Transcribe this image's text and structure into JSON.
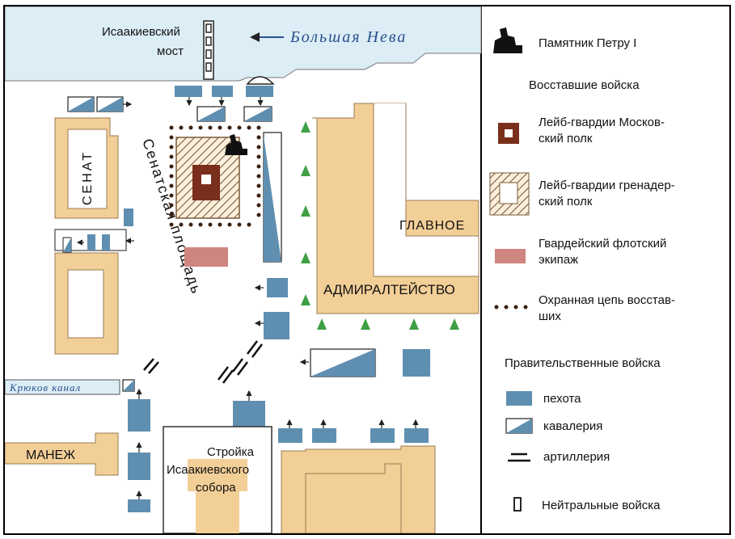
{
  "map": {
    "labels": {
      "bridge_line1": "Исаакиевский",
      "bridge_line2": "мост",
      "river": "Большая Нева",
      "senate": "СЕНАТ",
      "square": "Сенатская площадь",
      "admiralty_top": "ГЛАВНОЕ",
      "admiralty_bottom": "АДМИРАЛТЕЙСТВО",
      "canal": "Крюков канал",
      "manege": "МАНЕЖ",
      "cathedral_line1": "Стройка",
      "cathedral_line2": "Исаакиевского",
      "cathedral_line3": "собора"
    },
    "colors": {
      "water": "#dcedf6",
      "building": "#f3cf98",
      "infantry": "#5f8fb0",
      "moscow_regiment": "#7a2e1c",
      "naval_crew": "#cf8580",
      "trees": "#3f9f45"
    }
  },
  "legend": {
    "monument": "Памятник Петру I",
    "rebels_heading": "Восставшие войска",
    "moscow_line1": "Лейб-гвардии Москов-",
    "moscow_line2": "ский полк",
    "grenadier_line1": "Лейб-гвардии гренадер-",
    "grenadier_line2": "ский полк",
    "naval_line1": "Гвардейский флотский",
    "naval_line2": "экипаж",
    "cordon_line1": "Охранная цепь восстав-",
    "cordon_line2": "ших",
    "gov_heading": "Правительственные войска",
    "infantry": "пехота",
    "cavalry": "кавалерия",
    "artillery": "артиллерия",
    "neutral": "Нейтральные войска"
  }
}
